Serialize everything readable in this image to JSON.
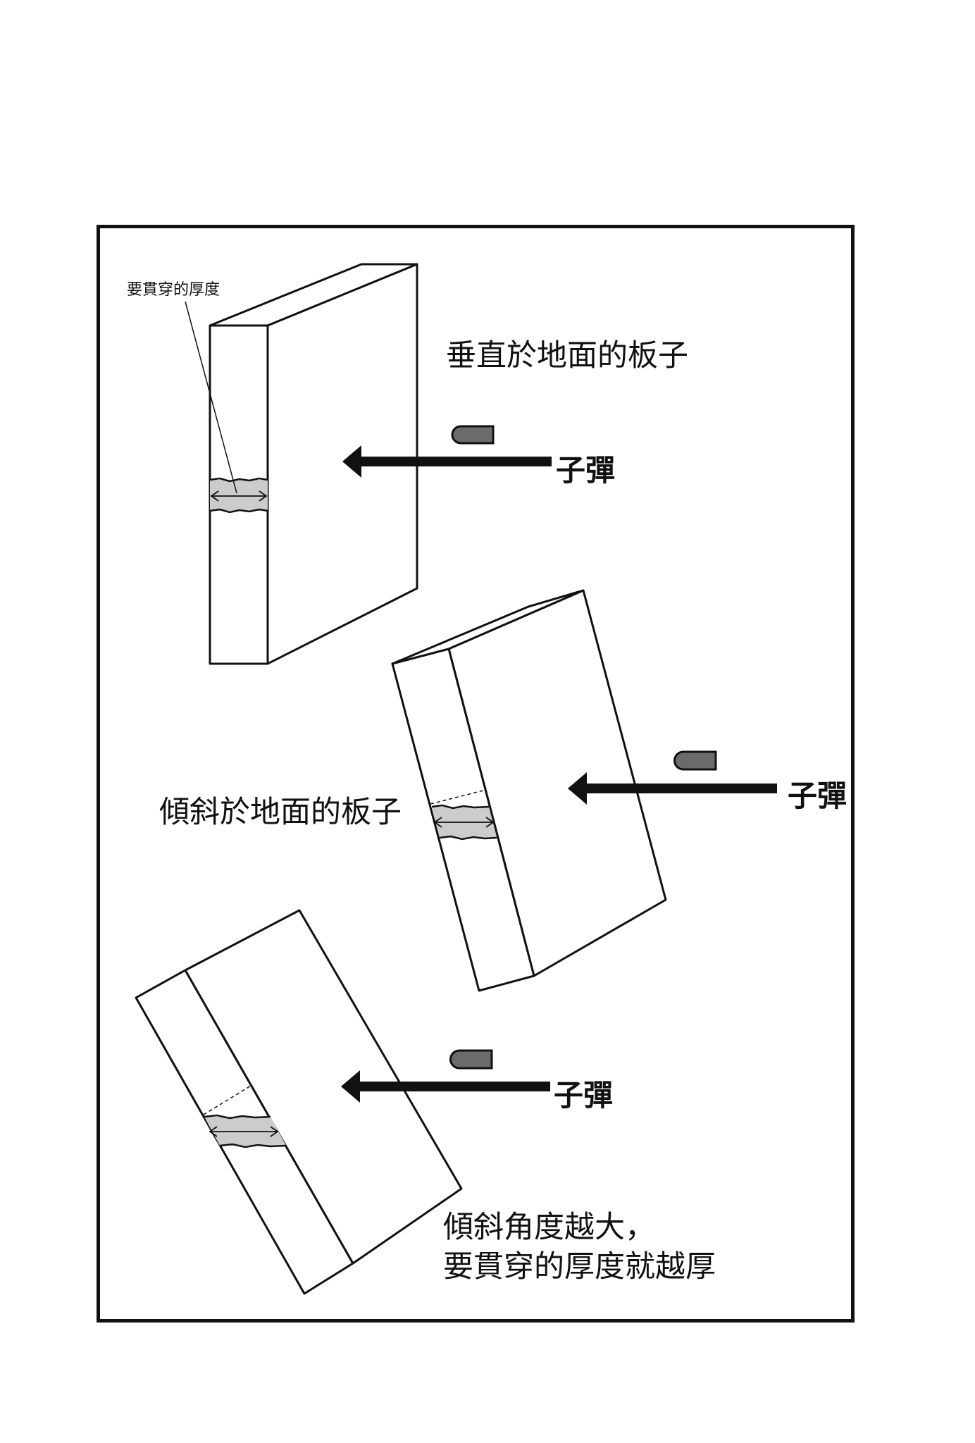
{
  "labels": {
    "thickness_to_penetrate": "要貫穿的厚度",
    "vertical_board": "垂直於地面的板子",
    "tilted_board": "傾斜於地面的板子",
    "bullet": "子彈",
    "conclusion_line1": "傾斜角度越大，",
    "conclusion_line2": "要貫穿的厚度就越厚"
  },
  "colors": {
    "ink": "#111111",
    "bullet_fill": "#6b6b6b",
    "penetration_band": "#cccccc",
    "paper": "#ffffff"
  }
}
